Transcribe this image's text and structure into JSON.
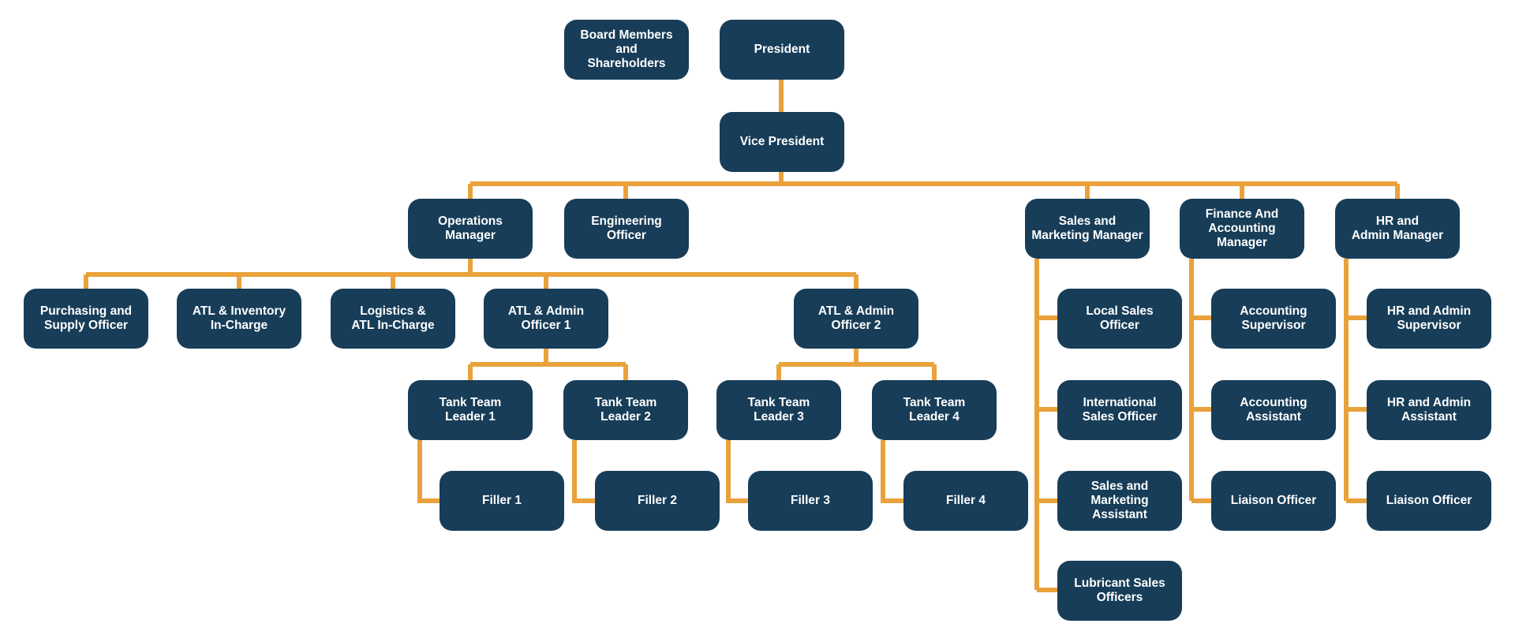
{
  "colors": {
    "node_fill": "#173D58",
    "node_text": "#FFFFFF",
    "connector": "#E9A23B",
    "background": "#FFFFFF"
  },
  "nodes": {
    "board": "Board Members and\nShareholders",
    "president": "President",
    "vice_president": "Vice President",
    "operations_manager": "Operations\nManager",
    "engineering_officer": "Engineering\nOfficer",
    "sales_marketing_manager": "Sales and\nMarketing Manager",
    "finance_accounting_manager": "Finance And\nAccounting Manager",
    "hr_admin_manager": "HR and\nAdmin Manager",
    "purchasing_supply_officer": "Purchasing and\nSupply Officer",
    "atl_inventory": "ATL & Inventory\nIn-Charge",
    "logistics_atl": "Logistics &\nATL In-Charge",
    "atl_admin_officer_1": "ATL & Admin\nOfficer 1",
    "atl_admin_officer_2": "ATL & Admin\nOfficer 2",
    "tank_team_leader_1": "Tank Team\nLeader 1",
    "tank_team_leader_2": "Tank Team\nLeader 2",
    "tank_team_leader_3": "Tank Team\nLeader 3",
    "tank_team_leader_4": "Tank Team\nLeader 4",
    "filler_1": "Filler 1",
    "filler_2": "Filler 2",
    "filler_3": "Filler 3",
    "filler_4": "Filler 4",
    "local_sales_officer": "Local Sales\nOfficer",
    "international_sales_officer": "International\nSales Officer",
    "sales_marketing_assistant": "Sales and\nMarketing Assistant",
    "lubricant_sales_officers": "Lubricant Sales\nOfficers",
    "accounting_supervisor": "Accounting\nSupervisor",
    "accounting_assistant": "Accounting\nAssistant",
    "finance_liaison_officer": "Liaison Officer",
    "hr_admin_supervisor": "HR and Admin\nSupervisor",
    "hr_admin_assistant": "HR and Admin\nAssistant",
    "hr_liaison_officer": "Liaison Officer"
  }
}
